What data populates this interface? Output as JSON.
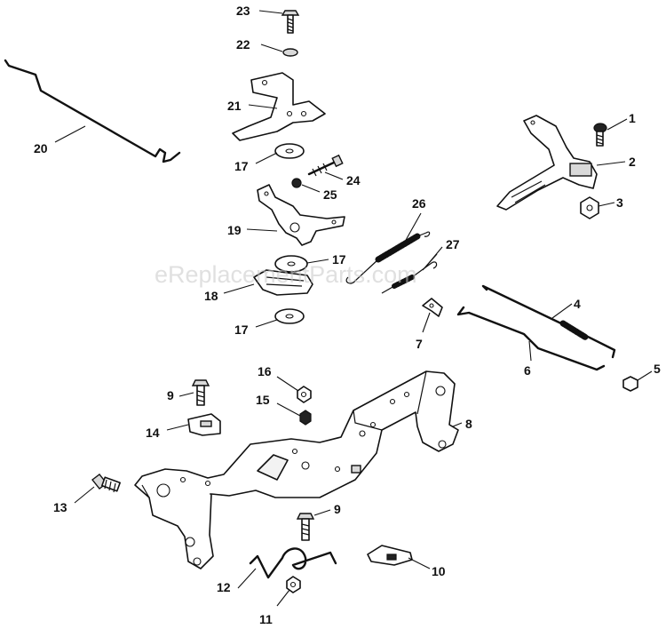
{
  "watermark": "eReplacementParts.com",
  "callouts": [
    "1",
    "2",
    "3",
    "4",
    "5",
    "6",
    "7",
    "8",
    "9",
    "9",
    "10",
    "11",
    "12",
    "13",
    "14",
    "15",
    "16",
    "17",
    "17",
    "17",
    "18",
    "19",
    "20",
    "21",
    "22",
    "23",
    "24",
    "25",
    "26",
    "27"
  ]
}
